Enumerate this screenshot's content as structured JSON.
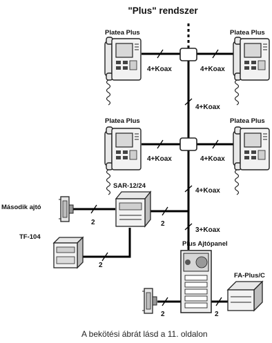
{
  "title": "\"Plus\" rendszer",
  "devices": {
    "monitor_top_left": "Platea Plus",
    "monitor_top_right": "Platea Plus",
    "monitor_mid_left": "Platea Plus",
    "monitor_mid_right": "Platea Plus",
    "controller": "SAR-12/24",
    "door_second": "Második ajtó",
    "transformer": "TF-104",
    "door_panel": "Plus Ajtópanel",
    "power_supply": "FA-Plus/C"
  },
  "cables": {
    "top_left": "4+Koax",
    "top_right": "4+Koax",
    "riser_upper": "4+Koax",
    "mid_left": "4+Koax",
    "mid_right": "4+Koax",
    "riser_lower": "4+Koax",
    "riser_panel": "3+Koax",
    "door_second": "2",
    "controller_to_riser": "2",
    "transformer": "2",
    "door_lock": "2",
    "power_supply": "2"
  },
  "caption": "A bekötési ábrát lásd a 11. oldalon"
}
